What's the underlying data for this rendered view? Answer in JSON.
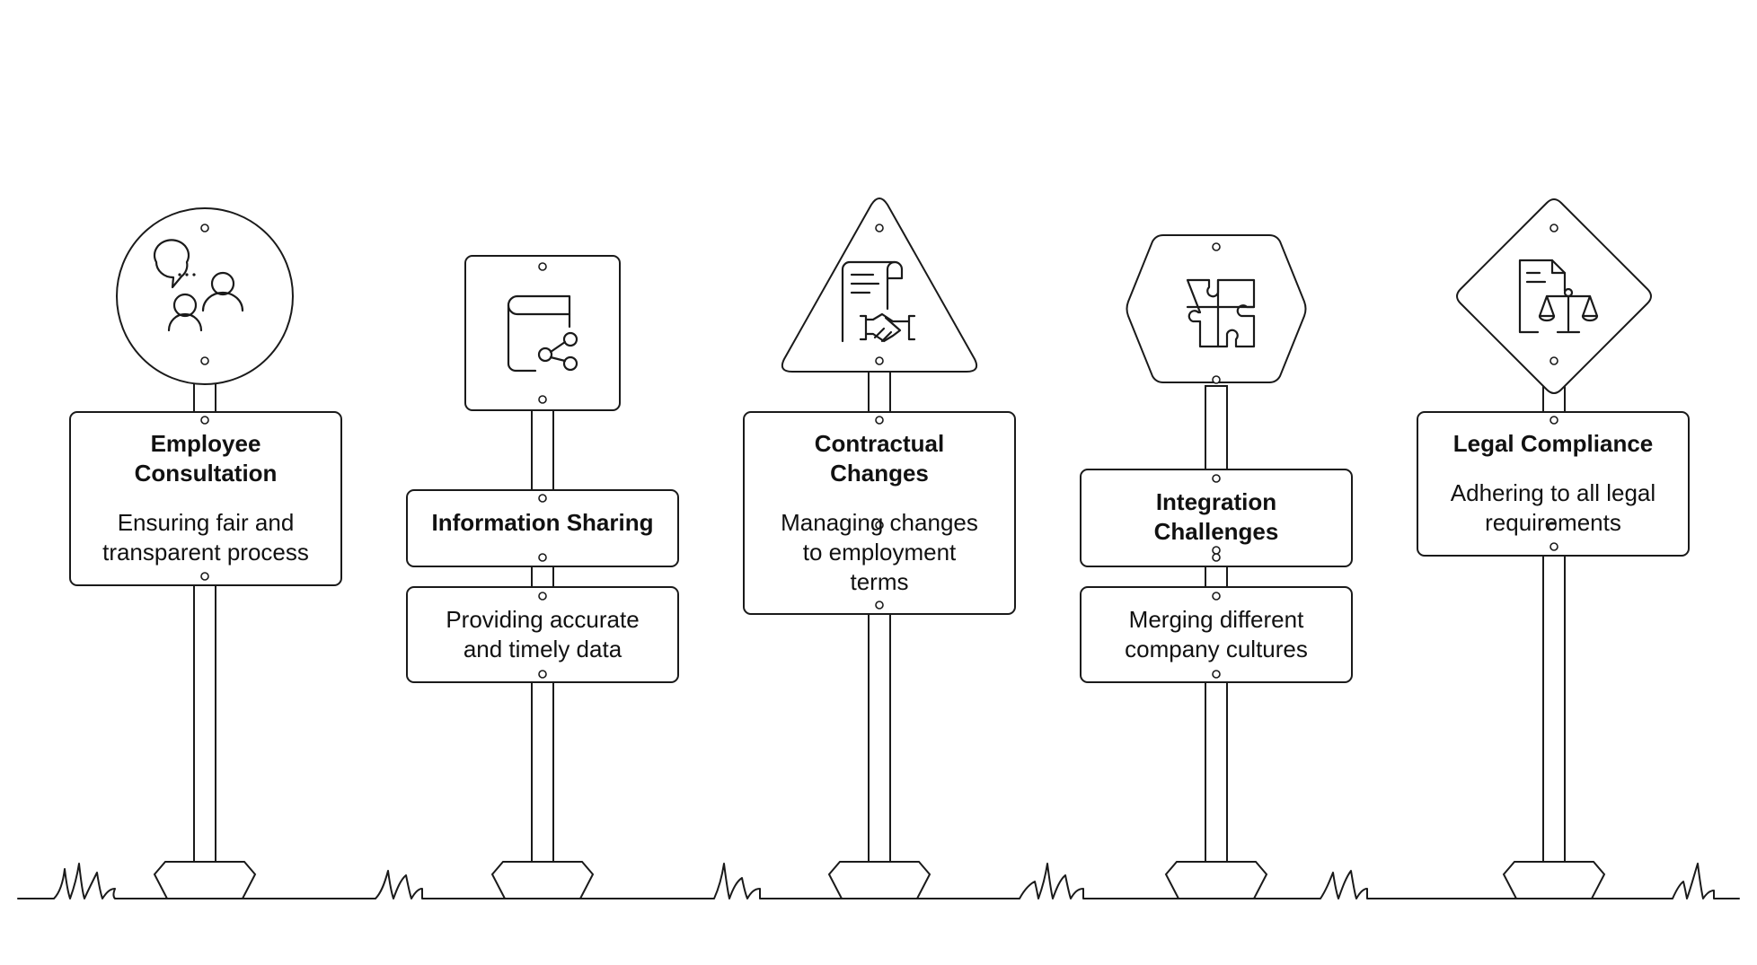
{
  "signs": [
    {
      "title": "Employee Consultation",
      "title_lines": [
        "Employee",
        "Consultation"
      ],
      "desc_lines": [
        "Ensuring fair and",
        "transparent process"
      ],
      "icon": "consultation-people-icon",
      "shape": "circle"
    },
    {
      "title": "Information Sharing",
      "title_lines": [
        "Information Sharing"
      ],
      "desc_lines": [
        "Providing accurate",
        "and timely data"
      ],
      "icon": "book-share-icon",
      "shape": "square"
    },
    {
      "title": "Contractual Changes",
      "title_lines": [
        "Contractual",
        "Changes"
      ],
      "desc_lines": [
        "Managing changes",
        "to employment",
        "terms"
      ],
      "icon": "contract-handshake-icon",
      "shape": "triangle"
    },
    {
      "title": "Integration Challenges",
      "title_lines": [
        "Integration",
        "Challenges"
      ],
      "desc_lines": [
        "Merging different",
        "company cultures"
      ],
      "icon": "puzzle-icon",
      "shape": "hexagon"
    },
    {
      "title": "Legal Compliance",
      "title_lines": [
        "Legal Compliance"
      ],
      "desc_lines": [
        "Adhering to all legal",
        "requirements"
      ],
      "icon": "legal-scales-icon",
      "shape": "diamond"
    }
  ]
}
